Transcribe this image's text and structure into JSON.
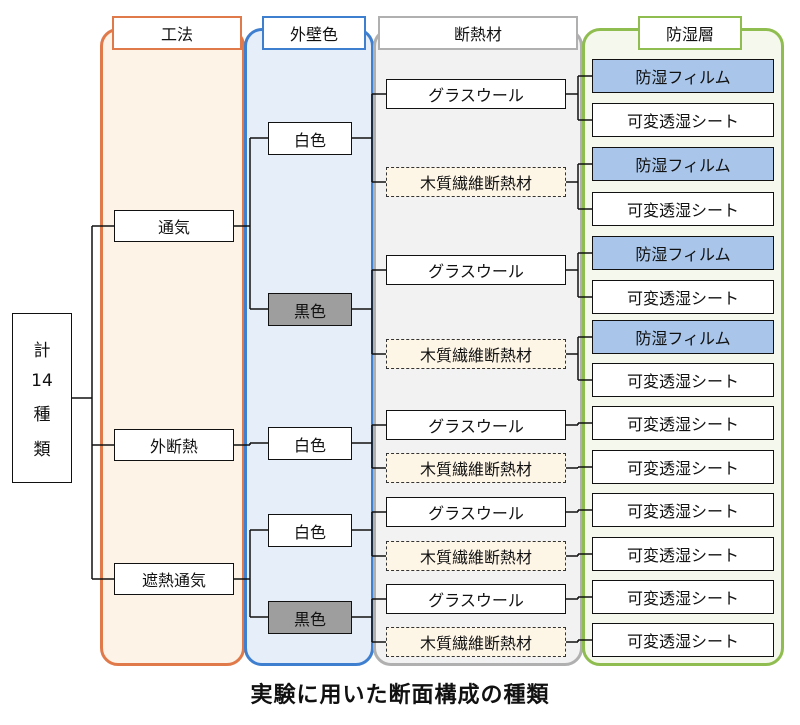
{
  "headers": {
    "method": "工法",
    "wall_color": "外壁色",
    "insulation": "断熱材",
    "vapor_layer": "防湿層"
  },
  "total": {
    "chars": [
      "計",
      "14",
      "種",
      "類"
    ]
  },
  "methods": [
    "通気",
    "外断熱",
    "遮熱通気"
  ],
  "wall_colors": [
    "白色",
    "黒色",
    "白色",
    "白色",
    "黒色"
  ],
  "insulations": [
    "グラスウール",
    "木質繊維断熱材",
    "グラスウール",
    "木質繊維断熱材",
    "グラスウール",
    "木質繊維断熱材",
    "グラスウール",
    "木質繊維断熱材",
    "グラスウール",
    "木質繊維断熱材"
  ],
  "vapor_layers": [
    "防湿フィルム",
    "可変透湿シート",
    "防湿フィルム",
    "可変透湿シート",
    "防湿フィルム",
    "可変透湿シート",
    "防湿フィルム",
    "可変透湿シート",
    "可変透湿シート",
    "可変透湿シート",
    "可変透湿シート",
    "可変透湿シート",
    "可変透湿シート",
    "可変透湿シート"
  ],
  "caption": "実験に用いた断面構成の種類",
  "colors": {
    "method_border": "#e07a4a",
    "method_fill": "#fdf3e6",
    "wall_border": "#3f7fd0",
    "wall_fill": "#e6eef9",
    "insulation_border": "#b0b0b0",
    "insulation_fill": "#f2f2f2",
    "vapor_border": "#8fbd4f",
    "vapor_fill": "#f5f8ec",
    "dark_box": "#9e9e9e",
    "blue_box": "#a9c6ea",
    "dashed_box": "#fdf5e6"
  }
}
